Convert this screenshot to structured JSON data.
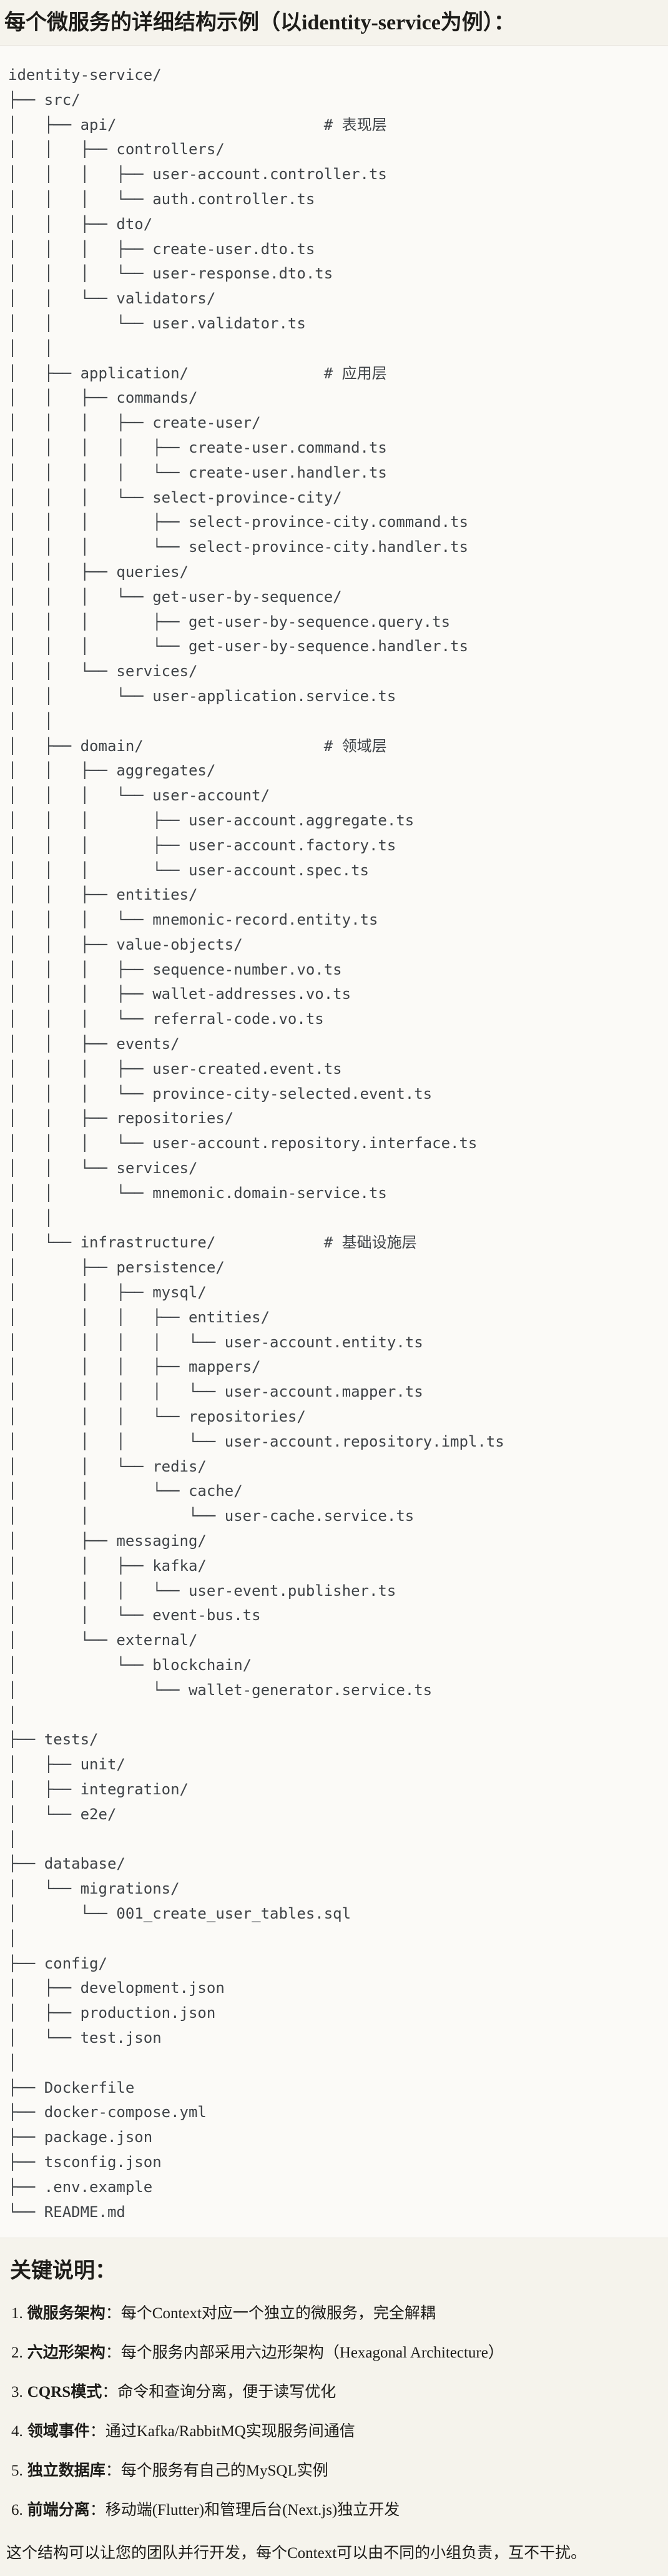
{
  "title": "每个微服务的详细结构示例（以identity-service为例）：",
  "colors": {
    "page_background": "#f5f3ec",
    "code_background": "#fbfaf7",
    "code_border": "#e5e2da",
    "tree_text": "#3f4347",
    "body_text": "#1d1c19"
  },
  "tree": {
    "root": "identity-service/",
    "comments": [
      "# 表现层",
      "# 应用层",
      "# 领域层",
      "# 基础设施层"
    ],
    "lines": [
      "identity-service/",
      "├── src/",
      "│   ├── api/                       # 表现层",
      "│   │   ├── controllers/",
      "│   │   │   ├── user-account.controller.ts",
      "│   │   │   └── auth.controller.ts",
      "│   │   ├── dto/",
      "│   │   │   ├── create-user.dto.ts",
      "│   │   │   └── user-response.dto.ts",
      "│   │   └── validators/",
      "│   │       └── user.validator.ts",
      "│   │",
      "│   ├── application/               # 应用层",
      "│   │   ├── commands/",
      "│   │   │   ├── create-user/",
      "│   │   │   │   ├── create-user.command.ts",
      "│   │   │   │   └── create-user.handler.ts",
      "│   │   │   └── select-province-city/",
      "│   │   │       ├── select-province-city.command.ts",
      "│   │   │       └── select-province-city.handler.ts",
      "│   │   ├── queries/",
      "│   │   │   └── get-user-by-sequence/",
      "│   │   │       ├── get-user-by-sequence.query.ts",
      "│   │   │       └── get-user-by-sequence.handler.ts",
      "│   │   └── services/",
      "│   │       └── user-application.service.ts",
      "│   │",
      "│   ├── domain/                    # 领域层",
      "│   │   ├── aggregates/",
      "│   │   │   └── user-account/",
      "│   │   │       ├── user-account.aggregate.ts",
      "│   │   │       ├── user-account.factory.ts",
      "│   │   │       └── user-account.spec.ts",
      "│   │   ├── entities/",
      "│   │   │   └── mnemonic-record.entity.ts",
      "│   │   ├── value-objects/",
      "│   │   │   ├── sequence-number.vo.ts",
      "│   │   │   ├── wallet-addresses.vo.ts",
      "│   │   │   └── referral-code.vo.ts",
      "│   │   ├── events/",
      "│   │   │   ├── user-created.event.ts",
      "│   │   │   └── province-city-selected.event.ts",
      "│   │   ├── repositories/",
      "│   │   │   └── user-account.repository.interface.ts",
      "│   │   └── services/",
      "│   │       └── mnemonic.domain-service.ts",
      "│   │",
      "│   └── infrastructure/            # 基础设施层",
      "│       ├── persistence/",
      "│       │   ├── mysql/",
      "│       │   │   ├── entities/",
      "│       │   │   │   └── user-account.entity.ts",
      "│       │   │   ├── mappers/",
      "│       │   │   │   └── user-account.mapper.ts",
      "│       │   │   └── repositories/",
      "│       │   │       └── user-account.repository.impl.ts",
      "│       │   └── redis/",
      "│       │       └── cache/",
      "│       │           └── user-cache.service.ts",
      "│       ├── messaging/",
      "│       │   ├── kafka/",
      "│       │   │   └── user-event.publisher.ts",
      "│       │   └── event-bus.ts",
      "│       └── external/",
      "│           └── blockchain/",
      "│               └── wallet-generator.service.ts",
      "│",
      "├── tests/",
      "│   ├── unit/",
      "│   ├── integration/",
      "│   └── e2e/",
      "│",
      "├── database/",
      "│   └── migrations/",
      "│       └── 001_create_user_tables.sql",
      "│",
      "├── config/",
      "│   ├── development.json",
      "│   ├── production.json",
      "│   └── test.json",
      "│",
      "├── Dockerfile",
      "├── docker-compose.yml",
      "├── package.json",
      "├── tsconfig.json",
      "├── .env.example",
      "└── README.md"
    ]
  },
  "notes": {
    "heading": "关键说明：",
    "items": [
      {
        "num": "1.",
        "label": "微服务架构",
        "sep": "：",
        "text": "每个Context对应一个独立的微服务，完全解耦"
      },
      {
        "num": "2.",
        "label": "六边形架构",
        "sep": "：",
        "text": "每个服务内部采用六边形架构（Hexagonal Architecture）"
      },
      {
        "num": "3.",
        "label": "CQRS模式",
        "sep": "：",
        "text": "命令和查询分离，便于读写优化"
      },
      {
        "num": "4.",
        "label": "领域事件",
        "sep": "：",
        "text": "通过Kafka/RabbitMQ实现服务间通信"
      },
      {
        "num": "5.",
        "label": "独立数据库",
        "sep": "：",
        "text": "每个服务有自己的MySQL实例"
      },
      {
        "num": "6.",
        "label": "前端分离",
        "sep": "：",
        "text": "移动端(Flutter)和管理后台(Next.js)独立开发"
      }
    ],
    "footer": "这个结构可以让您的团队并行开发，每个Context可以由不同的小组负责，互不干扰。"
  }
}
